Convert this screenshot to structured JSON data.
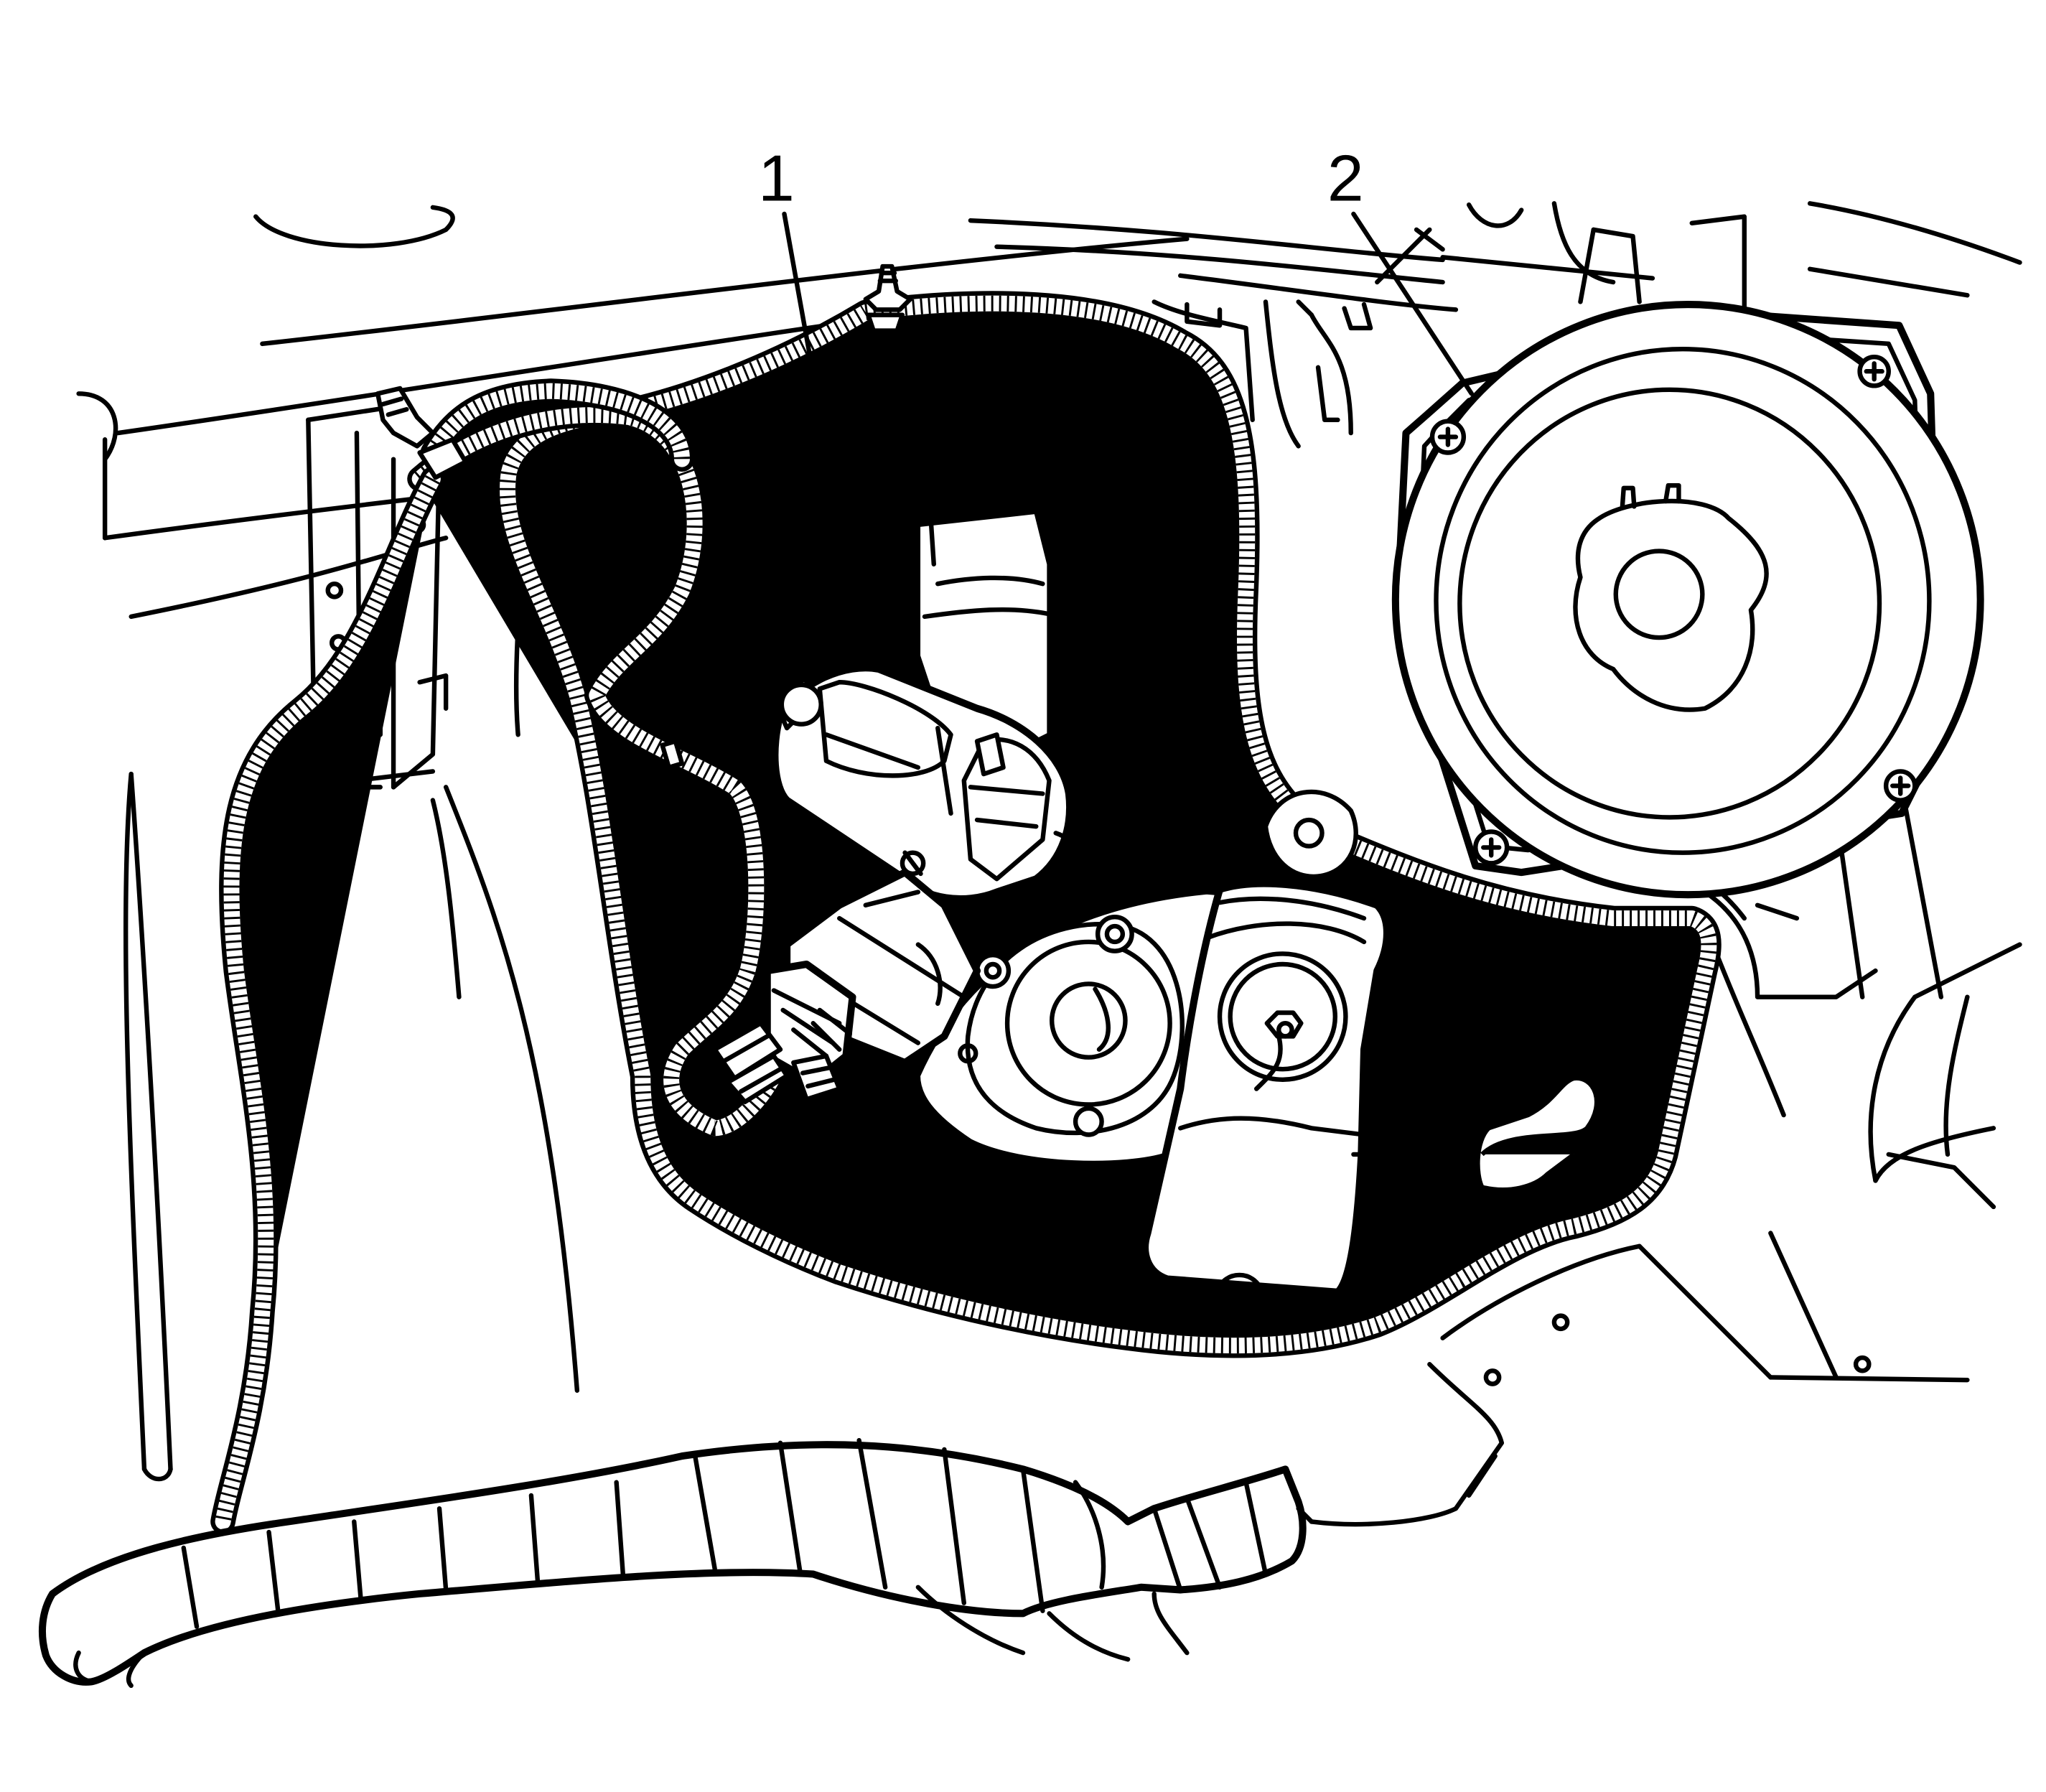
{
  "figure": {
    "type": "service-illustration",
    "background": "#ffffff",
    "line_color": "#000000"
  },
  "callouts": [
    {
      "id": "callout-1",
      "label": "1"
    },
    {
      "id": "callout-2",
      "label": "2"
    }
  ]
}
